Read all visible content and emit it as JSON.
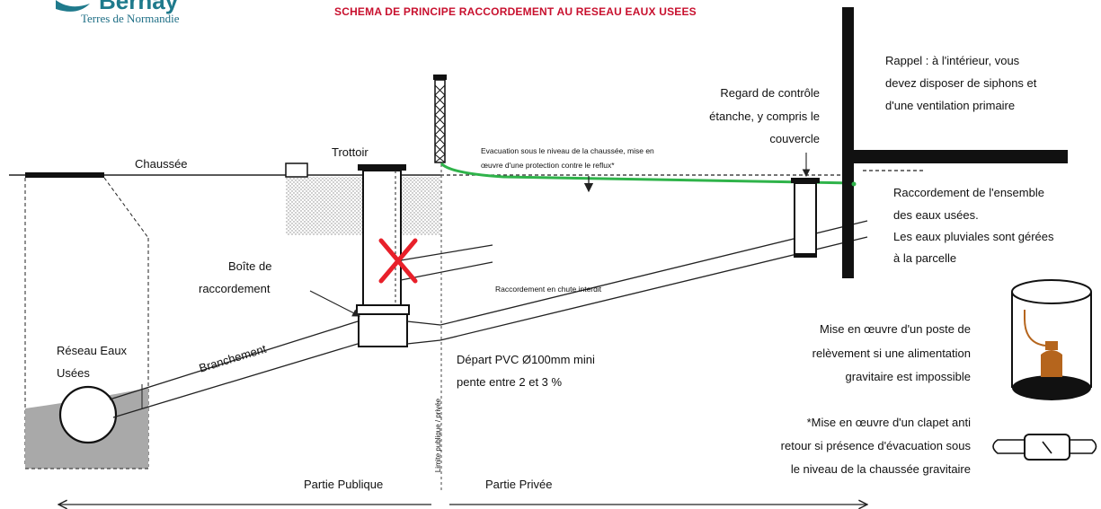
{
  "logo": {
    "name": "Bernay",
    "subtitle": "Terres de Normandie"
  },
  "title": "SCHEMA DE PRINCIPE RACCORDEMENT AU RESEAU EAUX USEES",
  "labels": {
    "chaussee": "Chaussée",
    "trottoir": "Trottoir",
    "evacuation_line1": "Evacuation sous le niveau de la chaussée, mise en",
    "evacuation_line2": "œuvre d'une protection contre le reflux*",
    "regard_line1": "Regard de contrôle",
    "regard_line2": "étanche, y compris le",
    "regard_line3": "couvercle",
    "rappel_line1": "Rappel : à l'intérieur, vous",
    "rappel_line2": "devez disposer de siphons et",
    "rappel_line3": "d'une ventilation primaire",
    "raccord_line1": "Raccordement de l'ensemble",
    "raccord_line2": "des eaux usées.",
    "raccord_line3": "Les eaux pluviales sont gérées",
    "raccord_line4": "à la parcelle",
    "boite_line1": "Boîte de",
    "boite_line2": "raccordement",
    "chute_interdit": "Raccordement en chute interdit",
    "reseau_line1": "Réseau Eaux",
    "reseau_line2": "Usées",
    "branchement": "Branchement",
    "depart_line1": "Départ PVC Ø100mm mini",
    "depart_line2": "pente entre 2 et 3 %",
    "limite": "Limite publique / privée",
    "poste_line1": "Mise en œuvre d'un poste de",
    "poste_line2": "relèvement si une alimentation",
    "poste_line3": "gravitaire est impossible",
    "clapet_line1": "*Mise en œuvre d'un clapet anti",
    "clapet_line2": "retour si présence d'évacuation sous",
    "clapet_line3": "le niveau de la chaussée gravitaire",
    "partie_publique": "Partie Publique",
    "partie_privee": "Partie Privée"
  },
  "colors": {
    "title": "#c8102e",
    "logo": "#1f7a8c",
    "evacuation_pipe": "#2fb34a",
    "forbidden_cross": "#e8202a",
    "pump": "#b5651d",
    "ground_hatch": "#9a9a9a",
    "sewer_fill": "#a9a9a9"
  },
  "icons": [
    "forbidden-cross-icon",
    "pump-icon",
    "check-valve-icon",
    "arrow-down-icon"
  ]
}
